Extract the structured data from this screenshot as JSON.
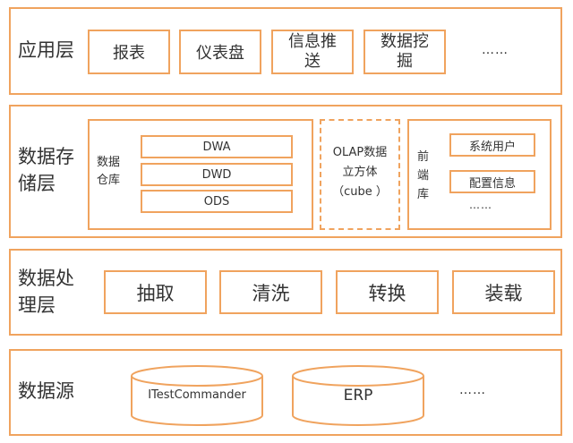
{
  "diagram": {
    "layers": [
      {
        "id": "application",
        "title": "应用层",
        "items": [
          "报表",
          "仪表盘",
          "信息推送",
          "数据挖掘"
        ],
        "ellipsis": "……"
      },
      {
        "id": "storage",
        "title": "数据存储层",
        "warehouse": {
          "title": "数据仓库",
          "tiers": [
            "DWA",
            "DWD",
            "ODS"
          ]
        },
        "olap": {
          "line1": "OLAP数据",
          "line2": "立方体",
          "line3": "（cube ）"
        },
        "frontend_db": {
          "title": "前端库",
          "items": [
            "系统用户",
            "配置信息"
          ],
          "ellipsis": "……"
        }
      },
      {
        "id": "processing",
        "title": "数据处理层",
        "items": [
          "抽取",
          "清洗",
          "转换",
          "装载"
        ]
      },
      {
        "id": "source",
        "title": "数据源",
        "databases": [
          "ITestCommander",
          "ERP"
        ],
        "ellipsis": "……"
      }
    ],
    "colors": {
      "border": "#f0a35e",
      "text": "#333333"
    }
  }
}
